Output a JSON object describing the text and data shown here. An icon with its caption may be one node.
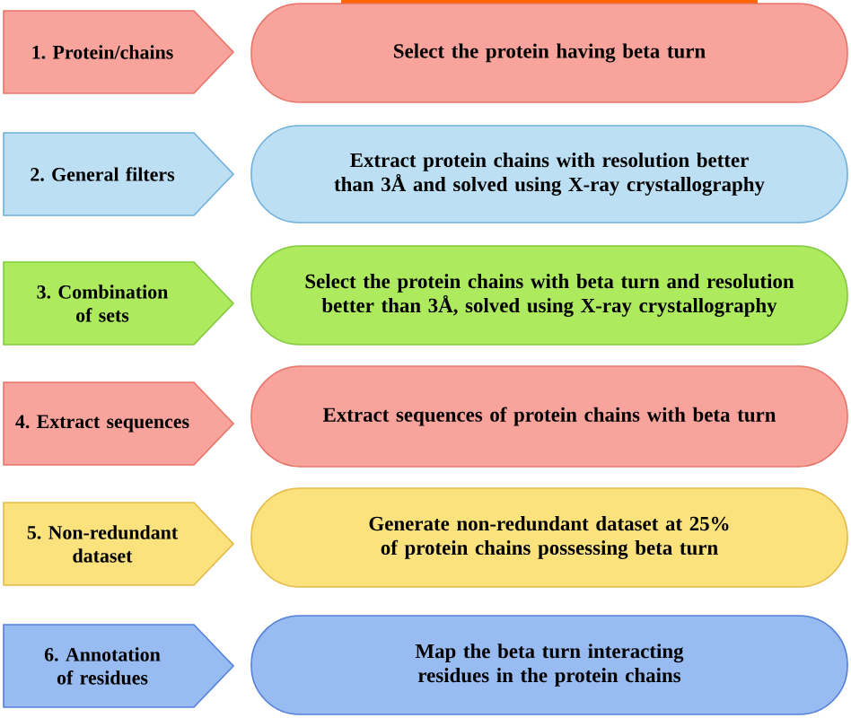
{
  "diagram": {
    "nodes": [
      {
        "text": [
          "1. Protein/chains"
        ]
      },
      {
        "text": [
          "Select the protein having beta turn"
        ]
      },
      {
        "text": [
          "2. General filters"
        ]
      },
      {
        "text": [
          "Extract protein chains with resolution better than 3Å and solved using X-ray crystallography"
        ]
      },
      {
        "text": [
          "3. Combination of sets"
        ]
      },
      {
        "text": [
          "Select the protein chains with beta turn and resolution better than 3Å, solved using X-ray crystallography"
        ]
      },
      {
        "text": [
          "4. Extract sequences"
        ]
      },
      {
        "text": [
          "Extract sequences of protein chains with beta turn"
        ]
      },
      {
        "text": [
          "5. Non-redundant dataset"
        ]
      },
      {
        "text": [
          "Generate non-redundant dataset at 25% of protein chains possessing beta turn"
        ]
      },
      {
        "text": [
          "6. Annotation of residues"
        ]
      },
      {
        "text": [
          "Map the beta turn interacting residues in the protein chains"
        ]
      }
    ]
  }
}
